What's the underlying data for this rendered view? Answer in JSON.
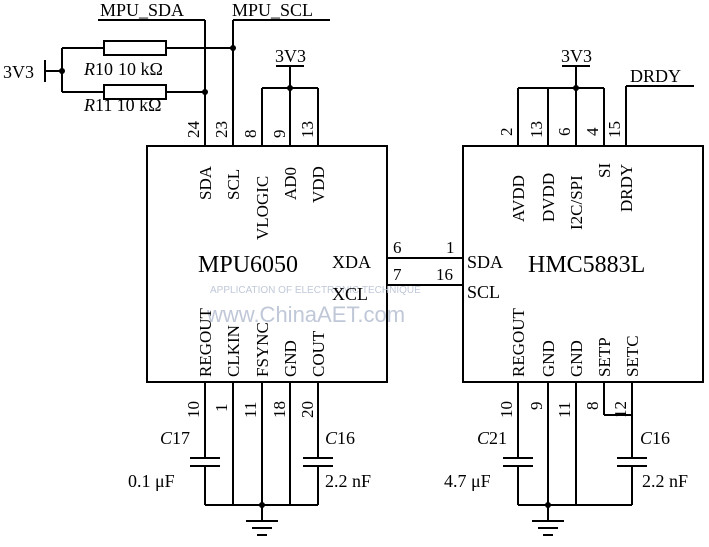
{
  "nets": {
    "mpu_sda": "MPU_SDA",
    "mpu_scl": "MPU_SCL",
    "vcc": "3V3",
    "drdy": "DRDY"
  },
  "resistors": {
    "r10_ref": "R",
    "r10_num": "10",
    "r10_value": "10 kΩ",
    "r11_ref": "R",
    "r11_num": "11",
    "r11_value": "10 kΩ"
  },
  "mpu6050": {
    "name": "MPU6050",
    "top_pins": [
      {
        "num": "24",
        "name": "SDA"
      },
      {
        "num": "23",
        "name": "SCL"
      },
      {
        "num": "8",
        "name": "VLOGIC"
      },
      {
        "num": "9",
        "name": "AD0"
      },
      {
        "num": "13",
        "name": "VDD"
      }
    ],
    "side_pins": [
      {
        "num": "6",
        "name": "XDA"
      },
      {
        "num": "7",
        "name": "XCL"
      }
    ],
    "bottom_pins": [
      {
        "num": "10",
        "name": "REGOUT"
      },
      {
        "num": "1",
        "name": "CLKIN"
      },
      {
        "num": "11",
        "name": "FSYNC"
      },
      {
        "num": "18",
        "name": "GND"
      },
      {
        "num": "20",
        "name": "COUT"
      }
    ]
  },
  "hmc5883l": {
    "name": "HMC5883L",
    "top_pins": [
      {
        "num": "2",
        "name": "AVDD"
      },
      {
        "num": "13",
        "name": "DVDD"
      },
      {
        "num": "6",
        "name": "I2C/SPI"
      },
      {
        "num": "4",
        "name": "SI"
      },
      {
        "num": "15",
        "name": "DRDY"
      }
    ],
    "side_pins": [
      {
        "num": "1",
        "name": "SDA"
      },
      {
        "num": "16",
        "name": "SCL"
      }
    ],
    "bottom_pins": [
      {
        "num": "10",
        "name": "REGOUT"
      },
      {
        "num": "9",
        "name": "GND"
      },
      {
        "num": "11",
        "name": "GND"
      },
      {
        "num": "8",
        "name": "SETP"
      },
      {
        "num": "12",
        "name": "SETC"
      }
    ]
  },
  "capacitors": {
    "c17_ref": "C",
    "c17_num": "17",
    "c17_value": "0.1 μF",
    "c16a_ref": "C",
    "c16a_num": "16",
    "c16a_value": "2.2 nF",
    "c21_ref": "C",
    "c21_num": "21",
    "c21_value": "4.7 μF",
    "c16b_ref": "C",
    "c16b_num": "16",
    "c16b_value": "2.2 nF"
  },
  "watermark": {
    "line1": "APPLICATION OF ELECTRONIC TECHNIQUE",
    "line2": "www.ChinaAET.com"
  }
}
